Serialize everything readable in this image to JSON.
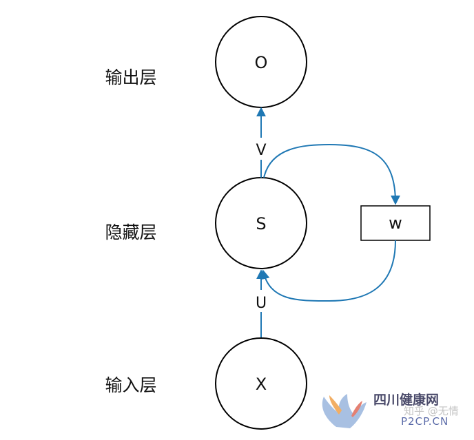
{
  "layers": {
    "output": "输出层",
    "hidden": "隐藏层",
    "input": "输入层"
  },
  "nodes": {
    "output": "O",
    "hidden": "S",
    "input": "X",
    "weight": "w"
  },
  "edges": {
    "input_to_hidden": "U",
    "hidden_to_output": "V"
  },
  "watermark": {
    "site_name": "四川健康网",
    "faint_text": "知乎 @无情",
    "url": "P2CP.CN"
  },
  "colors": {
    "arrow": "#1f78b4",
    "stroke": "#000000"
  }
}
